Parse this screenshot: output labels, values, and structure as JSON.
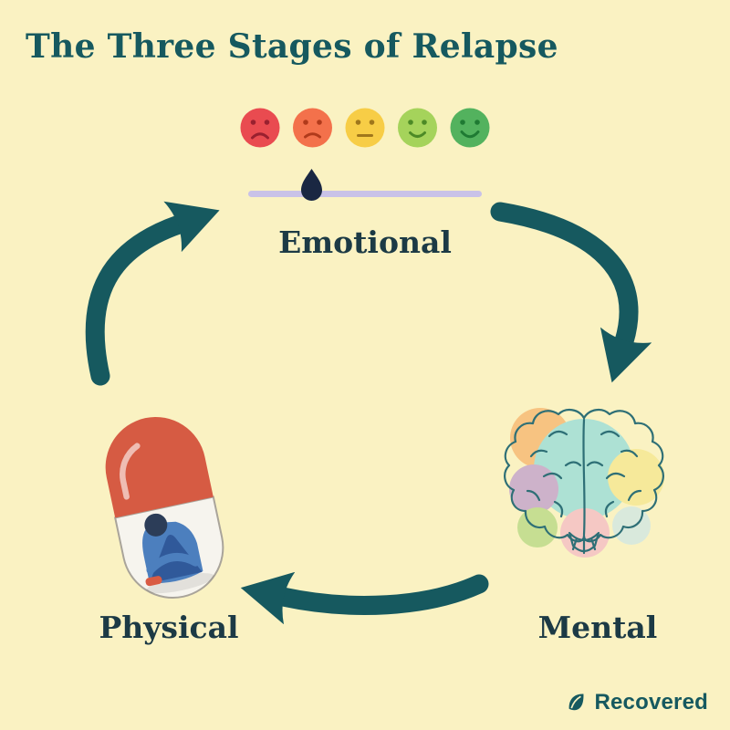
{
  "title": "The Three Stages of Relapse",
  "cycle": {
    "direction": "clockwise",
    "stages": [
      {
        "label": "Emotional",
        "icon": "mood-slider-icon"
      },
      {
        "label": "Mental",
        "icon": "brain-icon"
      },
      {
        "label": "Physical",
        "icon": "pill-person-icon"
      }
    ]
  },
  "mood_slider": {
    "moods": [
      "very-sad",
      "sad",
      "neutral",
      "happy",
      "very-happy"
    ],
    "handle_position_fraction": 0.27
  },
  "logo": {
    "text": "Recovered",
    "icon": "leaf-icon"
  },
  "colors": {
    "background": "#FAF2C2",
    "teal": "#16595F",
    "label_dark": "#1C3A45",
    "slider_track": "#C9C2E8",
    "slider_handle": "#1A2742",
    "emoji_faces": [
      "#E94B50",
      "#F3714B",
      "#F7CD46",
      "#A5D35B",
      "#53B25E"
    ],
    "emoji_features": [
      "#99202F",
      "#B03A1B",
      "#A0771B",
      "#4C8A26",
      "#1F7A33"
    ],
    "pill_cap": "#D65B43",
    "pill_body": "#F6F4EE",
    "pill_outline": "#A9A49A",
    "figure_hoodie": "#4C7FBE",
    "figure_pants": "#30599A",
    "figure_hair": "#2C3D58",
    "figure_shoe": "#D95B43",
    "brain_outline": "#2E6F76",
    "brain_blobs": [
      "#F59E4C",
      "#6FD4E4",
      "#A97FD1",
      "#F3E27A",
      "#F2A7C6",
      "#9CCF6C",
      "#BFE3F2"
    ]
  }
}
